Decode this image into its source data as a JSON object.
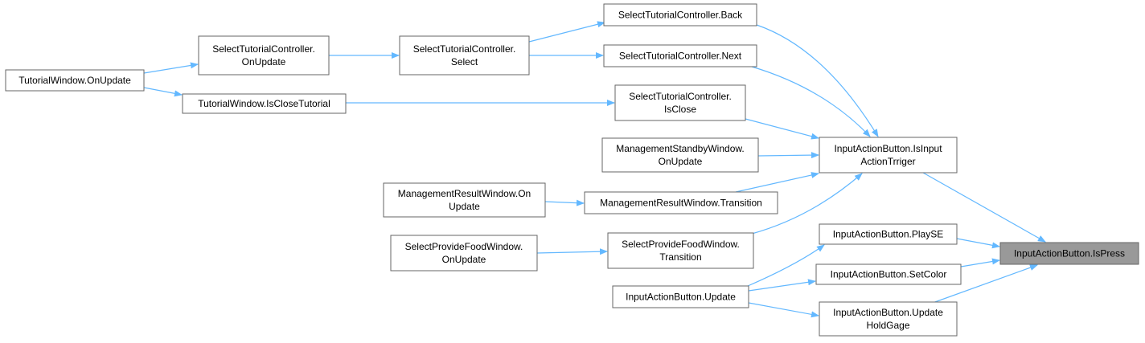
{
  "diagram": {
    "type": "call-graph",
    "colors": {
      "edge": "#63b8ff",
      "node_border": "#666666",
      "highlight_fill": "#999999",
      "text": "#000000"
    },
    "nodes": [
      {
        "id": "tw_onupdate",
        "lines": [
          "TutorialWindow.OnUpdate"
        ]
      },
      {
        "id": "stc_onupdate",
        "lines": [
          "SelectTutorialController.",
          "OnUpdate"
        ]
      },
      {
        "id": "stc_select",
        "lines": [
          "SelectTutorialController.",
          "Select"
        ]
      },
      {
        "id": "stc_back",
        "lines": [
          "SelectTutorialController.Back"
        ]
      },
      {
        "id": "stc_next",
        "lines": [
          "SelectTutorialController.Next"
        ]
      },
      {
        "id": "tw_isclose",
        "lines": [
          "TutorialWindow.IsCloseTutorial"
        ]
      },
      {
        "id": "stc_isclose",
        "lines": [
          "SelectTutorialController.",
          "IsClose"
        ]
      },
      {
        "id": "msw_onupdate",
        "lines": [
          "ManagementStandbyWindow.",
          "OnUpdate"
        ]
      },
      {
        "id": "mrw_onupdate",
        "lines": [
          "ManagementResultWindow.On",
          "Update"
        ]
      },
      {
        "id": "mrw_transition",
        "lines": [
          "ManagementResultWindow.Transition"
        ]
      },
      {
        "id": "spfw_onupdate",
        "lines": [
          "SelectProvideFoodWindow.",
          "OnUpdate"
        ]
      },
      {
        "id": "spfw_transition",
        "lines": [
          "SelectProvideFoodWindow.",
          "Transition"
        ]
      },
      {
        "id": "iab_update",
        "lines": [
          "InputActionButton.Update"
        ]
      },
      {
        "id": "iab_isinput",
        "lines": [
          "InputActionButton.IsInput",
          "ActionTrriger"
        ]
      },
      {
        "id": "iab_playse",
        "lines": [
          "InputActionButton.PlaySE"
        ]
      },
      {
        "id": "iab_setcolor",
        "lines": [
          "InputActionButton.SetColor"
        ]
      },
      {
        "id": "iab_updatehold",
        "lines": [
          "InputActionButton.Update",
          "HoldGage"
        ]
      },
      {
        "id": "iab_ispress",
        "lines": [
          "InputActionButton.IsPress"
        ],
        "highlight": true
      }
    ],
    "edges": [
      {
        "from": "tw_onupdate",
        "to": "stc_onupdate"
      },
      {
        "from": "tw_onupdate",
        "to": "tw_isclose"
      },
      {
        "from": "stc_onupdate",
        "to": "stc_select"
      },
      {
        "from": "stc_select",
        "to": "stc_back"
      },
      {
        "from": "stc_select",
        "to": "stc_next"
      },
      {
        "from": "tw_isclose",
        "to": "stc_isclose"
      },
      {
        "from": "stc_back",
        "to": "iab_isinput"
      },
      {
        "from": "stc_next",
        "to": "iab_isinput"
      },
      {
        "from": "stc_isclose",
        "to": "iab_isinput"
      },
      {
        "from": "msw_onupdate",
        "to": "iab_isinput"
      },
      {
        "from": "mrw_onupdate",
        "to": "mrw_transition"
      },
      {
        "from": "mrw_transition",
        "to": "iab_isinput"
      },
      {
        "from": "spfw_onupdate",
        "to": "spfw_transition"
      },
      {
        "from": "spfw_transition",
        "to": "iab_isinput"
      },
      {
        "from": "iab_update",
        "to": "iab_playse"
      },
      {
        "from": "iab_update",
        "to": "iab_setcolor"
      },
      {
        "from": "iab_update",
        "to": "iab_updatehold"
      },
      {
        "from": "iab_isinput",
        "to": "iab_ispress"
      },
      {
        "from": "iab_playse",
        "to": "iab_ispress"
      },
      {
        "from": "iab_setcolor",
        "to": "iab_ispress"
      },
      {
        "from": "iab_updatehold",
        "to": "iab_ispress"
      }
    ]
  }
}
